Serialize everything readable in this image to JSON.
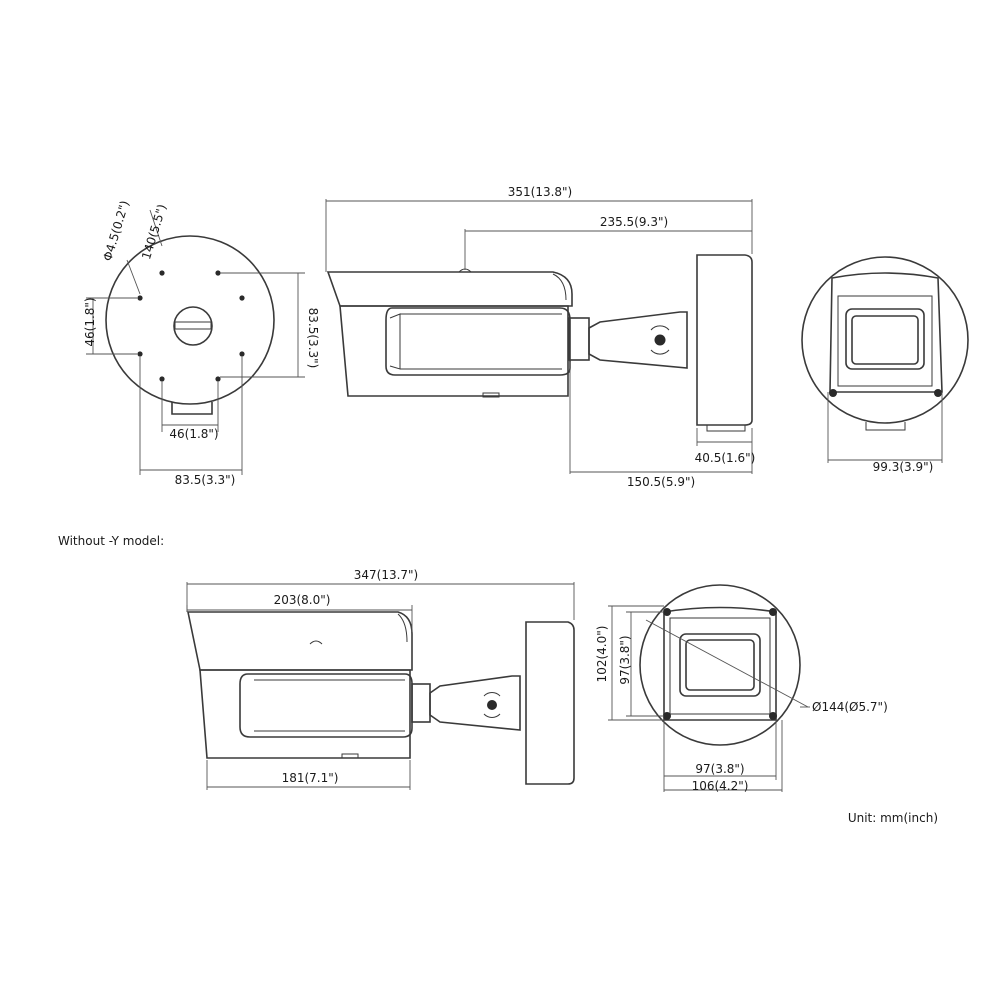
{
  "dimensions": {
    "top_total_length": "351(13.8\")",
    "top_mount_to_end": "235.5(9.3\")",
    "mount_base_depth": "40.5(1.6\")",
    "mount_projection": "150.5(5.9\")",
    "front_width": "99.3(3.9\")",
    "base_diameter": "140(5.5\")",
    "hole_diameter": "Φ4.5(0.2\")",
    "hole_spacing_vertical": "46(1.8\")",
    "base_height": "83.5(3.3\")",
    "hole_spacing_horizontal": "46(1.8\")",
    "base_width": "83.5(3.3\")",
    "bottom_total_length": "347(13.7\")",
    "bottom_body_length": "203(8.0\")",
    "bottom_lower_length": "181(7.1\")",
    "front_height_outer": "102(4.0\")",
    "front_height_inner": "97(3.8\")",
    "front_width_inner": "97(3.8\")",
    "front_width_outer": "106(4.2\")",
    "front_diameter": "Ø144(Ø5.7\")"
  },
  "notes": {
    "without_y_model": "Without -Y model:",
    "unit": "Unit: mm(inch)"
  },
  "icons": [
    "rotate-icon"
  ],
  "colors": {
    "line": "#3a3a3a",
    "text": "#1a1a1a"
  }
}
